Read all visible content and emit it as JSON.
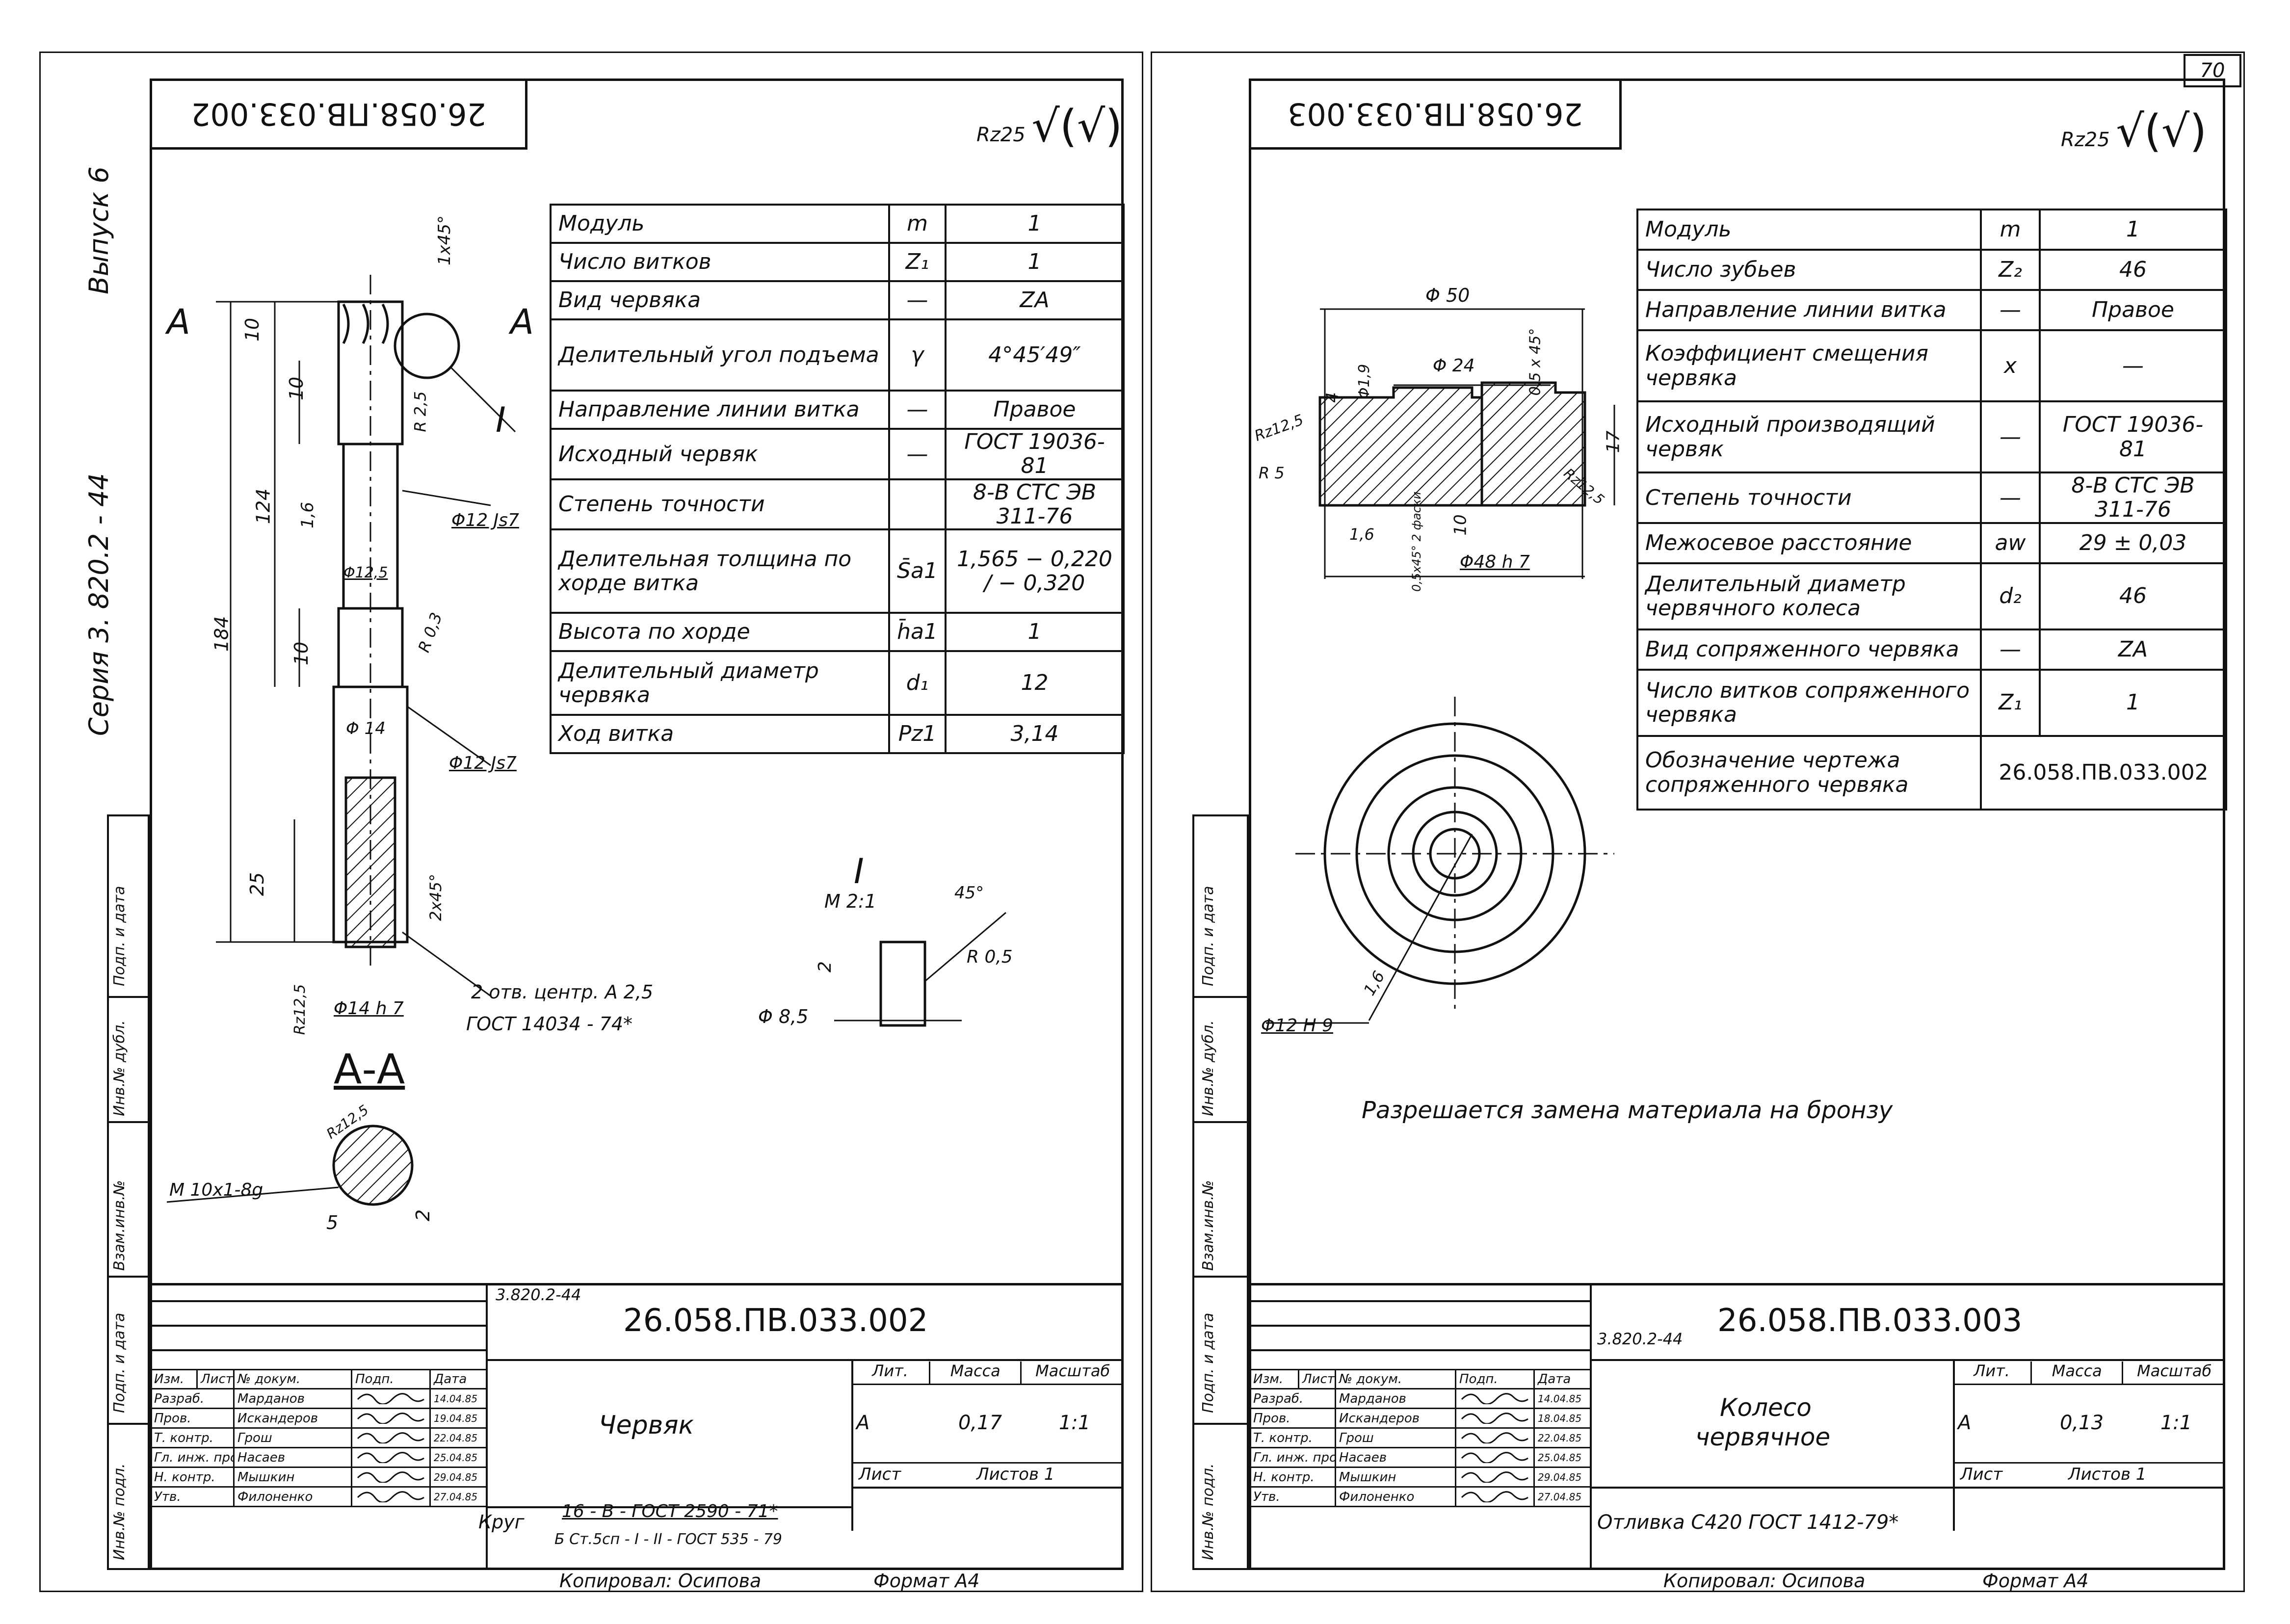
{
  "page_number": "70",
  "margin": {
    "series": "Серия 3. 820.2 - 44",
    "issue": "Выпуск 6",
    "col_labels": [
      "Взам.инв.№",
      "Инв.№ дубл.",
      "Подп. и дата",
      "Подп. и дата",
      "Инв.№ подл."
    ]
  },
  "left": {
    "stamp": "26.058.ПВ.033.002",
    "roughness": "Rz25",
    "table": [
      {
        "param": "Модуль",
        "sym": "m",
        "val": "1"
      },
      {
        "param": "Число витков",
        "sym": "Z₁",
        "val": "1"
      },
      {
        "param": "Вид червяка",
        "sym": "—",
        "val": "ZA"
      },
      {
        "param": "Делительный угол подъема",
        "sym": "γ",
        "val": "4°45′49″"
      },
      {
        "param": "Направление линии витка",
        "sym": "—",
        "val": "Правое"
      },
      {
        "param": "Исходный червяк",
        "sym": "—",
        "val": "ГОСТ 19036-81"
      },
      {
        "param": "Степень точности",
        "sym": "",
        "val": "8-В СТС ЭВ 311-76"
      },
      {
        "param": "Делительная толщина по хорде витка",
        "sym": "S̄a1",
        "val": "1,565 − 0,220 / − 0,320"
      },
      {
        "param": "Высота по хорде",
        "sym": "h̄a1",
        "val": "1"
      },
      {
        "param": "Делительный диаметр червяка",
        "sym": "d₁",
        "val": "12"
      },
      {
        "param": "Ход витка",
        "sym": "Pz1",
        "val": "3,14"
      }
    ],
    "dims": {
      "chamfer": "1x45°",
      "len10a": "10",
      "len10b": "10",
      "len124": "124",
      "len184": "184",
      "len10c": "10",
      "len25": "25",
      "r25": "R 2,5",
      "r03": "R 0,3",
      "phi12js7a": "Φ12 Js7",
      "phi12js7b": "Φ12 Js7",
      "phi125": "Φ12,5",
      "phi14": "Φ 14",
      "phi14h7": "Φ14 h 7",
      "rough16": "1,6",
      "chamfer2": "2x45°",
      "rz125": "Rz12,5",
      "centre_a": "2 отв. центр. А 2,5",
      "centre_b": "ГОСТ 14034 - 74*",
      "section": "А-А",
      "cut_a": "А",
      "thread": "М 10x1-8g",
      "sec_rz": "Rz12,5",
      "sec5": "5",
      "sec2": "2",
      "detail": "I",
      "detail_scale": "М 2:1",
      "det45": "45°",
      "detR05": "R 0,5",
      "det2": "2",
      "detphi85": "Φ 8,5",
      "callout": "I"
    },
    "title_block": {
      "series": "3.820.2-44",
      "code": "26.058.ПВ.033.002",
      "name": "Червяк",
      "lit": "А",
      "mass": "0,17",
      "scale": "1:1",
      "sheet": "Лист",
      "sheets": "Листов 1",
      "hdr": [
        "Изм.",
        "Лист",
        "№ докум.",
        "Подп.",
        "Дата"
      ],
      "col_lit": "Лит.",
      "col_mass": "Масса",
      "col_scale": "Масштаб",
      "roles": [
        {
          "role": "Разраб.",
          "name": "Марданов",
          "date": "14.04.85"
        },
        {
          "role": "Пров.",
          "name": "Искандеров",
          "date": "19.04.85"
        },
        {
          "role": "Т. контр.",
          "name": "Грош",
          "date": "22.04.85"
        },
        {
          "role": "Гл. инж. проекта",
          "name": "Насаев",
          "date": "25.04.85"
        },
        {
          "role": "Н. контр.",
          "name": "Мышкин",
          "date": "29.04.85"
        },
        {
          "role": "Утв.",
          "name": "Филоненко",
          "date": "27.04.85"
        }
      ],
      "material_label": "Круг",
      "material_top": "16 - В - ГОСТ 2590 - 71*",
      "material_bottom": "Б Ст.5сп - I - II - ГОСТ 535 - 79",
      "copied": "Копировал: Осипова",
      "format": "Формат А4"
    }
  },
  "right": {
    "stamp": "26.058.ПВ.033.003",
    "roughness": "Rz25",
    "table": [
      {
        "param": "Модуль",
        "sym": "m",
        "val": "1"
      },
      {
        "param": "Число зубьев",
        "sym": "Z₂",
        "val": "46"
      },
      {
        "param": "Направление линии витка",
        "sym": "—",
        "val": "Правое"
      },
      {
        "param": "Коэффициент смещения червяка",
        "sym": "x",
        "val": "—"
      },
      {
        "param": "Исходный производящий червяк",
        "sym": "—",
        "val": "ГОСТ 19036- 81"
      },
      {
        "param": "Степень точности",
        "sym": "—",
        "val": "8-В СТС ЭВ 311-76"
      },
      {
        "param": "Межосевое расстояние",
        "sym": "aw",
        "val": "29 ± 0,03"
      },
      {
        "param": "Делительный диаметр червячного колеса",
        "sym": "d₂",
        "val": "46"
      },
      {
        "param": "Вид сопряженного червяка",
        "sym": "—",
        "val": "ZA"
      },
      {
        "param": "Число витков сопряженного червяка",
        "sym": "Z₁",
        "val": "1"
      },
      {
        "param": "Обозначение чертежа сопряженного червяка",
        "sym": "",
        "val": "26.058.ПВ.033.002",
        "merged": true
      }
    ],
    "dims": {
      "phi50": "Φ 50",
      "phi24": "Φ 24",
      "phi19": "Φ1,9",
      "d4": "4",
      "ch05": "0,5 x 45°",
      "d17": "17",
      "rz125a": "Rz12,5",
      "r5": "R 5",
      "rz125b": "Rz12,5",
      "d16": "1,6",
      "ch05b": "0,5x45° 2 фаски",
      "d10": "10",
      "phi48h7": "Φ48 h 7",
      "phi12h9": "Φ12 H 9",
      "d16b": "1,6"
    },
    "note": "Разрешается замена материала на бронзу",
    "title_block": {
      "series": "3.820.2-44",
      "code": "26.058.ПВ.033.003",
      "name_line1": "Колесо",
      "name_line2": "червячное",
      "lit": "А",
      "mass": "0,13",
      "scale": "1:1",
      "sheet": "Лист",
      "sheets": "Листов 1",
      "hdr": [
        "Изм.",
        "Лист",
        "№ докум.",
        "Подп.",
        "Дата"
      ],
      "col_lit": "Лит.",
      "col_mass": "Масса",
      "col_scale": "Масштаб",
      "roles": [
        {
          "role": "Разраб.",
          "name": "Марданов",
          "date": "14.04.85"
        },
        {
          "role": "Пров.",
          "name": "Искандеров",
          "date": "18.04.85"
        },
        {
          "role": "Т. контр.",
          "name": "Грош",
          "date": "22.04.85"
        },
        {
          "role": "Гл. инж. проекта",
          "name": "Насаев",
          "date": "25.04.85"
        },
        {
          "role": "Н. контр.",
          "name": "Мышкин",
          "date": "29.04.85"
        },
        {
          "role": "Утв.",
          "name": "Филоненко",
          "date": "27.04.85"
        }
      ],
      "material": "Отливка С420 ГОСТ 1412-79*",
      "copied": "Копировал: Осипова",
      "format": "Формат А4"
    }
  }
}
